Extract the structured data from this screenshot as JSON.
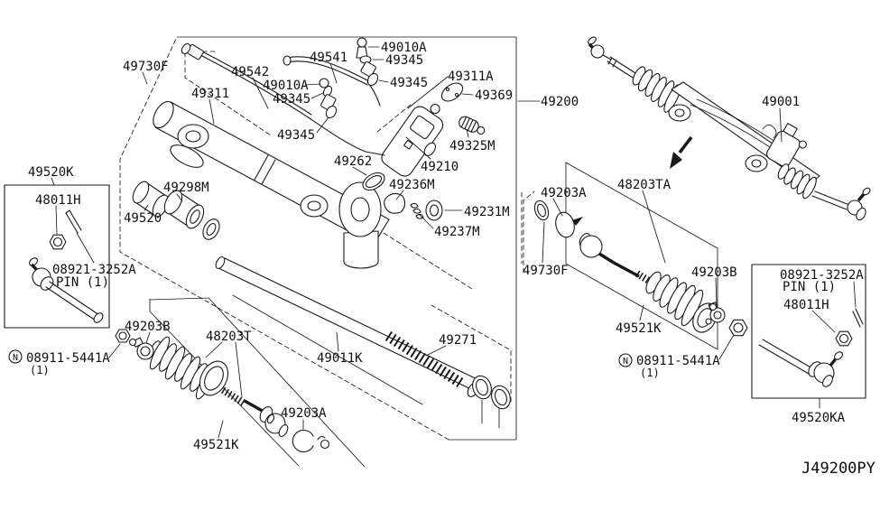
{
  "diagram": {
    "background_color": "#ffffff",
    "line_color": "#1a1a1a",
    "labels": [
      {
        "id": "49730f-left",
        "text": "49730F"
      },
      {
        "id": "49542",
        "text": "49542"
      },
      {
        "id": "49541",
        "text": "49541"
      },
      {
        "id": "49010a-top",
        "text": "49010A"
      },
      {
        "id": "49345-top",
        "text": "49345"
      },
      {
        "id": "49345-second",
        "text": "49345"
      },
      {
        "id": "49311a",
        "text": "49311A"
      },
      {
        "id": "49369",
        "text": "49369"
      },
      {
        "id": "49200",
        "text": "49200"
      },
      {
        "id": "49001",
        "text": "49001"
      },
      {
        "id": "49311",
        "text": "49311"
      },
      {
        "id": "49010a-mid",
        "text": "49010A"
      },
      {
        "id": "49345-mid",
        "text": "49345"
      },
      {
        "id": "49345-low",
        "text": "49345"
      },
      {
        "id": "49262",
        "text": "49262"
      },
      {
        "id": "49210",
        "text": "49210"
      },
      {
        "id": "49325m",
        "text": "49325M"
      },
      {
        "id": "49236m",
        "text": "49236M"
      },
      {
        "id": "49231m",
        "text": "49231M"
      },
      {
        "id": "49237m",
        "text": "49237M"
      },
      {
        "id": "49298m",
        "text": "49298M"
      },
      {
        "id": "49520",
        "text": "49520"
      },
      {
        "id": "49520k",
        "text": "49520K"
      },
      {
        "id": "48011h-left",
        "text": "48011H"
      },
      {
        "id": "08921-3252a-left",
        "text": "08921-3252A"
      },
      {
        "id": "pin-qty-left",
        "text": "PIN (1)"
      },
      {
        "id": "08911-5441a-left",
        "text": "08911-5441A"
      },
      {
        "id": "qty-left",
        "text": "(1)"
      },
      {
        "id": "49203b-left",
        "text": "49203B"
      },
      {
        "id": "48203t",
        "text": "48203T"
      },
      {
        "id": "49011k",
        "text": "49011K"
      },
      {
        "id": "49271",
        "text": "49271"
      },
      {
        "id": "49203a-bottom",
        "text": "49203A"
      },
      {
        "id": "49521k-left",
        "text": "49521K"
      },
      {
        "id": "49203a-right",
        "text": "49203A"
      },
      {
        "id": "48203ta",
        "text": "48203TA"
      },
      {
        "id": "49730f-right",
        "text": "49730F"
      },
      {
        "id": "49203b-right",
        "text": "49203B"
      },
      {
        "id": "49521k-right",
        "text": "49521K"
      },
      {
        "id": "08911-5441a-right",
        "text": "08911-5441A"
      },
      {
        "id": "qty-right",
        "text": "(1)"
      },
      {
        "id": "08921-3252a-right",
        "text": "08921-3252A"
      },
      {
        "id": "pin-qty-right",
        "text": "PIN (1)"
      },
      {
        "id": "48011h-right",
        "text": "48011H"
      },
      {
        "id": "49520ka",
        "text": "49520KA"
      },
      {
        "id": "diagram-code",
        "text": "J49200PY"
      },
      {
        "id": "std-part-symbol-left",
        "text": "N"
      },
      {
        "id": "std-part-symbol-right",
        "text": "N"
      }
    ]
  }
}
